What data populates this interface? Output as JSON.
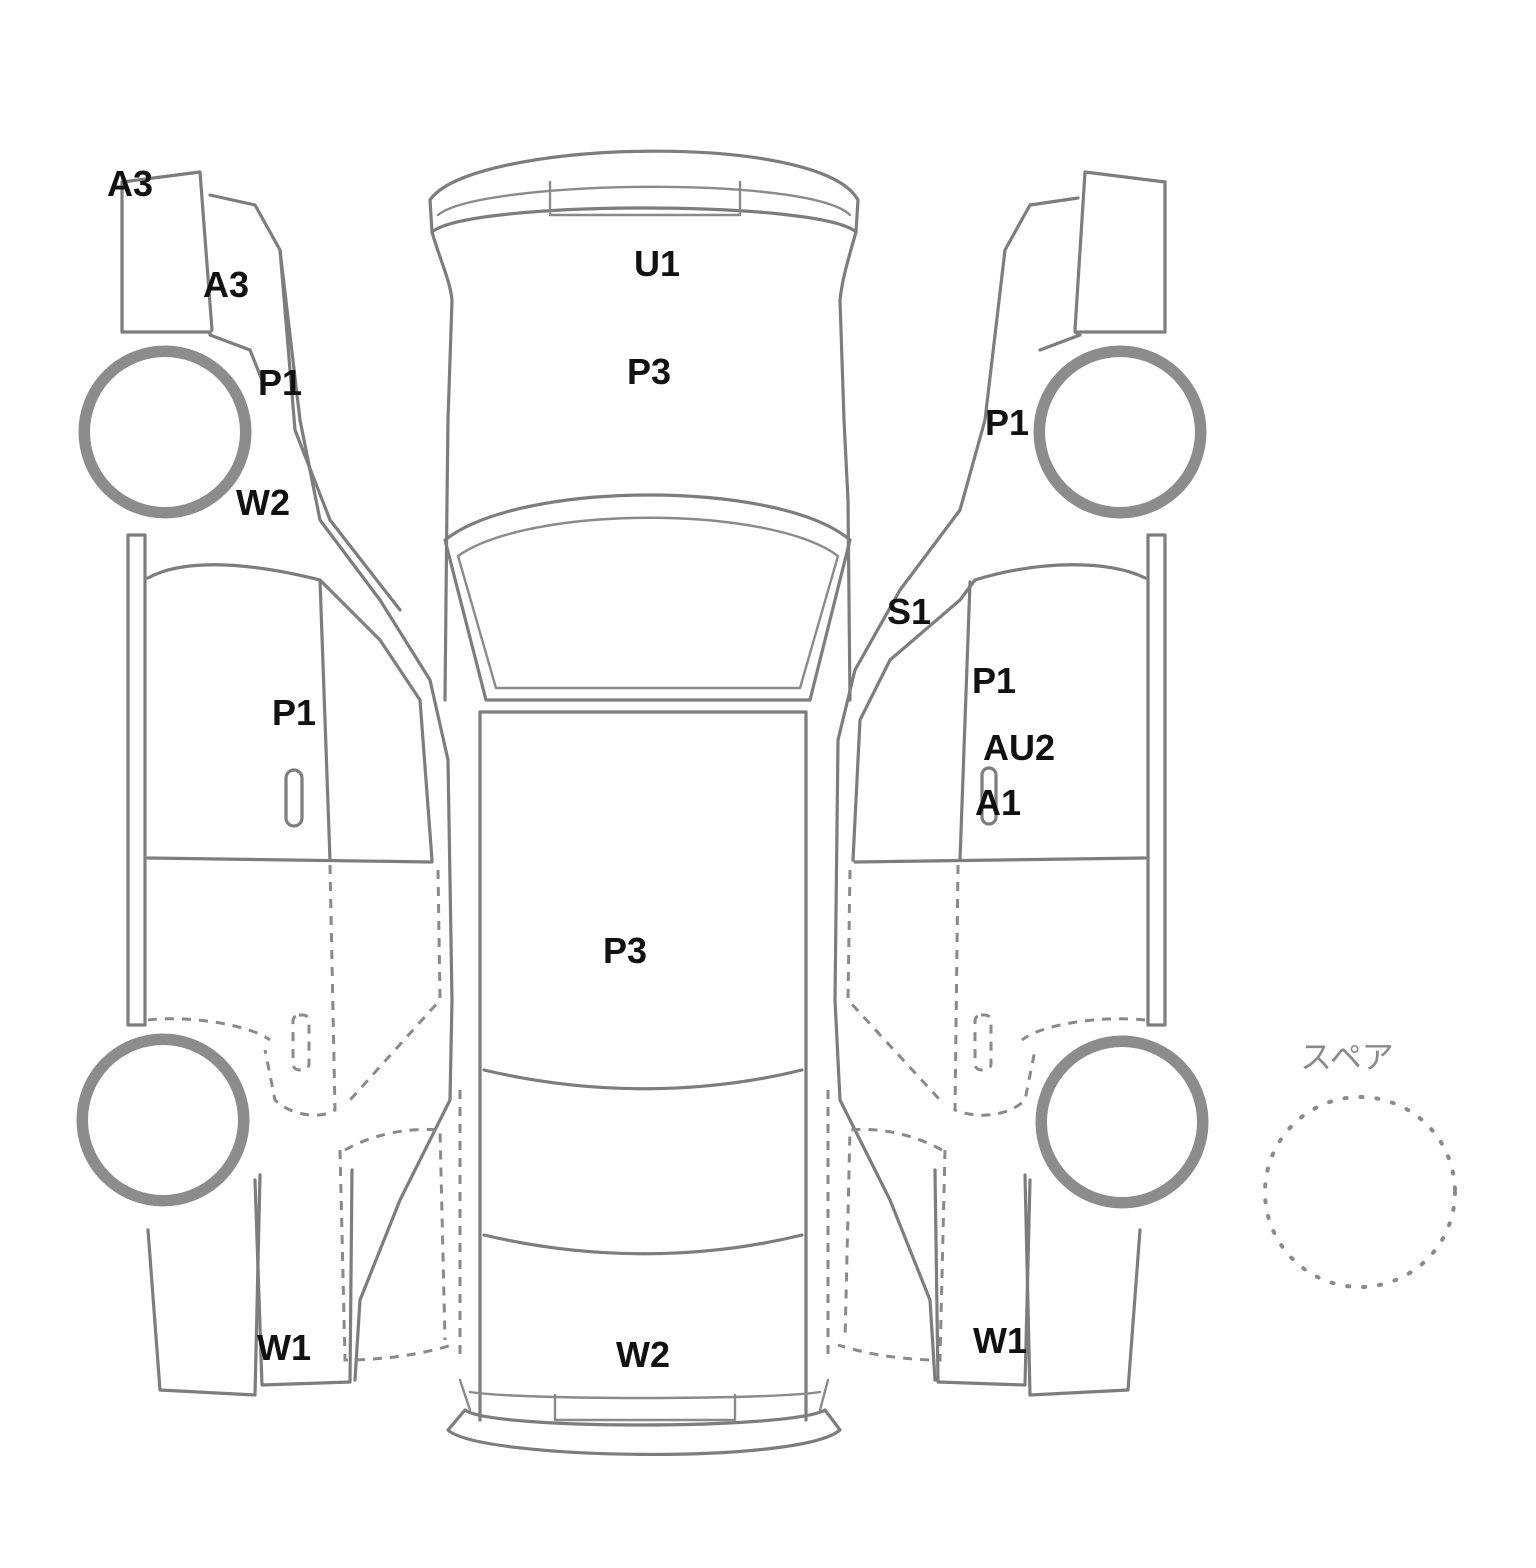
{
  "spare": {
    "label": "スペア"
  },
  "damage_codes": [
    {
      "id": "left-rear-upper-a3",
      "code": "A3"
    },
    {
      "id": "left-rear-fender-a3",
      "code": "A3"
    },
    {
      "id": "left-rear-wheelarch-p1",
      "code": "P1"
    },
    {
      "id": "left-rear-wheelarch-w2",
      "code": "W2"
    },
    {
      "id": "left-door-p1",
      "code": "P1"
    },
    {
      "id": "left-front-w1",
      "code": "W1"
    },
    {
      "id": "rear-bumper-u1",
      "code": "U1"
    },
    {
      "id": "trunk-p3",
      "code": "P3"
    },
    {
      "id": "roof-p3",
      "code": "P3"
    },
    {
      "id": "front-bumper-w2",
      "code": "W2"
    },
    {
      "id": "right-rear-p1",
      "code": "P1"
    },
    {
      "id": "right-pillar-s1",
      "code": "S1"
    },
    {
      "id": "right-door-p1",
      "code": "P1"
    },
    {
      "id": "right-door-au2",
      "code": "AU2"
    },
    {
      "id": "right-door-a1",
      "code": "A1"
    },
    {
      "id": "right-front-w1",
      "code": "W1"
    }
  ],
  "colors": {
    "outline": "#7d7d7d",
    "tire": "#8c8c8c",
    "label": "#111111"
  }
}
